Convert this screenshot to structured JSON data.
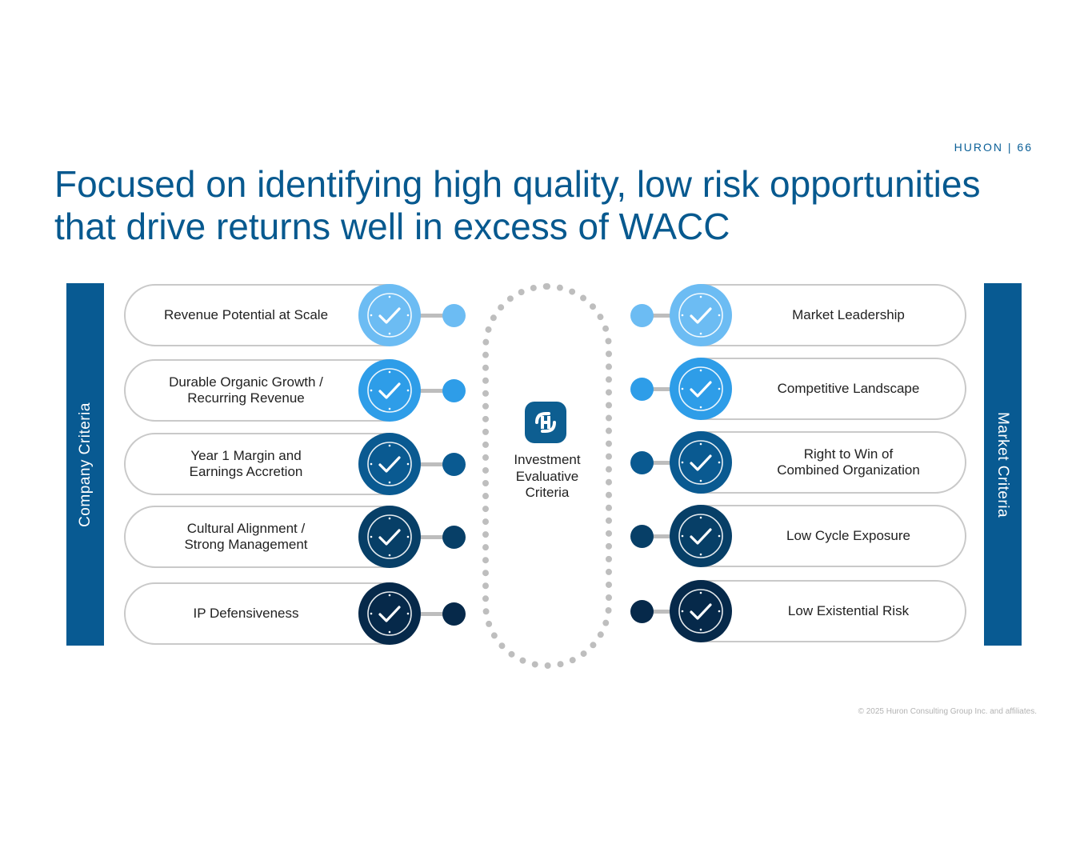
{
  "header_tag": "HURON | 66",
  "title": "Focused on identifying high quality, low risk opportunities that drive returns well in excess of WACC",
  "company_criteria": {
    "label": "Company Criteria",
    "items": [
      {
        "label": "Revenue Potential at Scale",
        "color": "#6cbcf3"
      },
      {
        "label": "Durable Organic Growth /\nRecurring Revenue",
        "color": "#2e9de8"
      },
      {
        "label": "Year 1 Margin and\nEarnings Accretion",
        "color": "#0a5a91"
      },
      {
        "label": "Cultural Alignment /\nStrong Management",
        "color": "#073f67"
      },
      {
        "label": "IP Defensiveness",
        "color": "#06294a"
      }
    ]
  },
  "market_criteria": {
    "label": "Market Criteria",
    "items": [
      {
        "label": "Market Leadership",
        "color": "#6cbcf3"
      },
      {
        "label": "Competitive Landscape",
        "color": "#2e9de8"
      },
      {
        "label": "Right to Win of\nCombined Organization",
        "color": "#0a5a91"
      },
      {
        "label": "Low Cycle Exposure",
        "color": "#073f67"
      },
      {
        "label": "Low Existential Risk",
        "color": "#06294a"
      }
    ]
  },
  "center": {
    "label": "Investment\nEvaluative\nCriteria",
    "logo_icon": "huron-logo-icon"
  },
  "check_icon": "check-circle-icon",
  "copyright": "© 2025 Huron Consulting Group Inc. and affiliates.",
  "colors": {
    "brand": "#07598f",
    "bar": "#085a92",
    "border": "#c9c9c9"
  }
}
